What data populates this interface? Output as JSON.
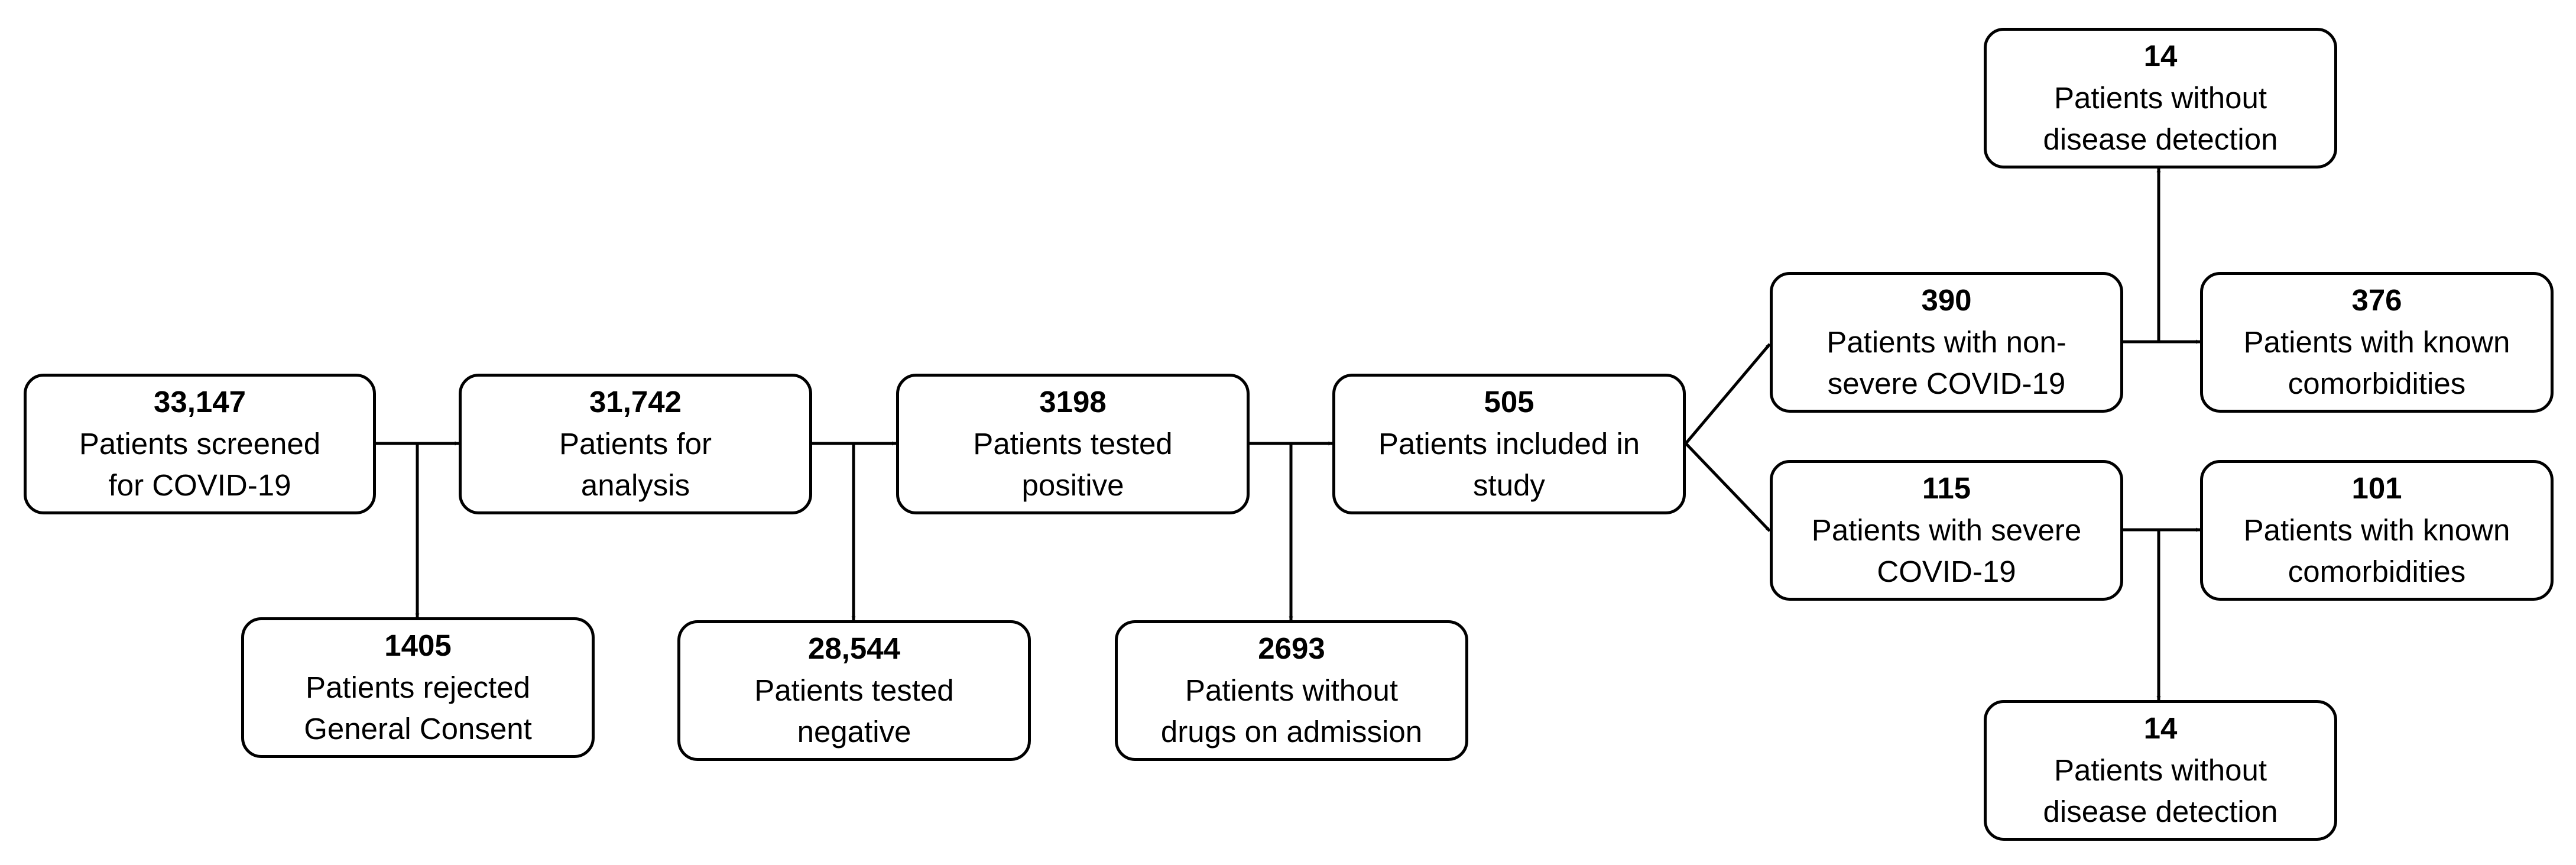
{
  "boxes": {
    "screened": {
      "count": "33,147",
      "text": "Patients screened\nfor COVID-19"
    },
    "rejected": {
      "count": "1405",
      "text": "Patients rejected\nGeneral Consent"
    },
    "analysis": {
      "count": "31,742",
      "text": "Patients for\nanalysis"
    },
    "negative": {
      "count": "28,544",
      "text": "Patients tested\nnegative"
    },
    "positive": {
      "count": "3198",
      "text": "Patients tested\npositive"
    },
    "nodrugs": {
      "count": "2693",
      "text": "Patients without\ndrugs on admission"
    },
    "included": {
      "count": "505",
      "text": "Patients included in\nstudy"
    },
    "nonsevere": {
      "count": "390",
      "text": "Patients with non-\nsevere COVID-19"
    },
    "severe": {
      "count": "115",
      "text": "Patients with severe\nCOVID-19"
    },
    "ns_nodet": {
      "count": "14",
      "text": "Patients without\ndisease detection"
    },
    "ns_comorb": {
      "count": "376",
      "text": "Patients with known\ncomorbidities"
    },
    "s_comorb": {
      "count": "101",
      "text": "Patients with known\ncomorbidities"
    },
    "s_nodet": {
      "count": "14",
      "text": "Patients without\ndisease detection"
    }
  },
  "colors": {
    "line": "#000000",
    "box_fill": "#ffffff",
    "text": "#000000"
  }
}
